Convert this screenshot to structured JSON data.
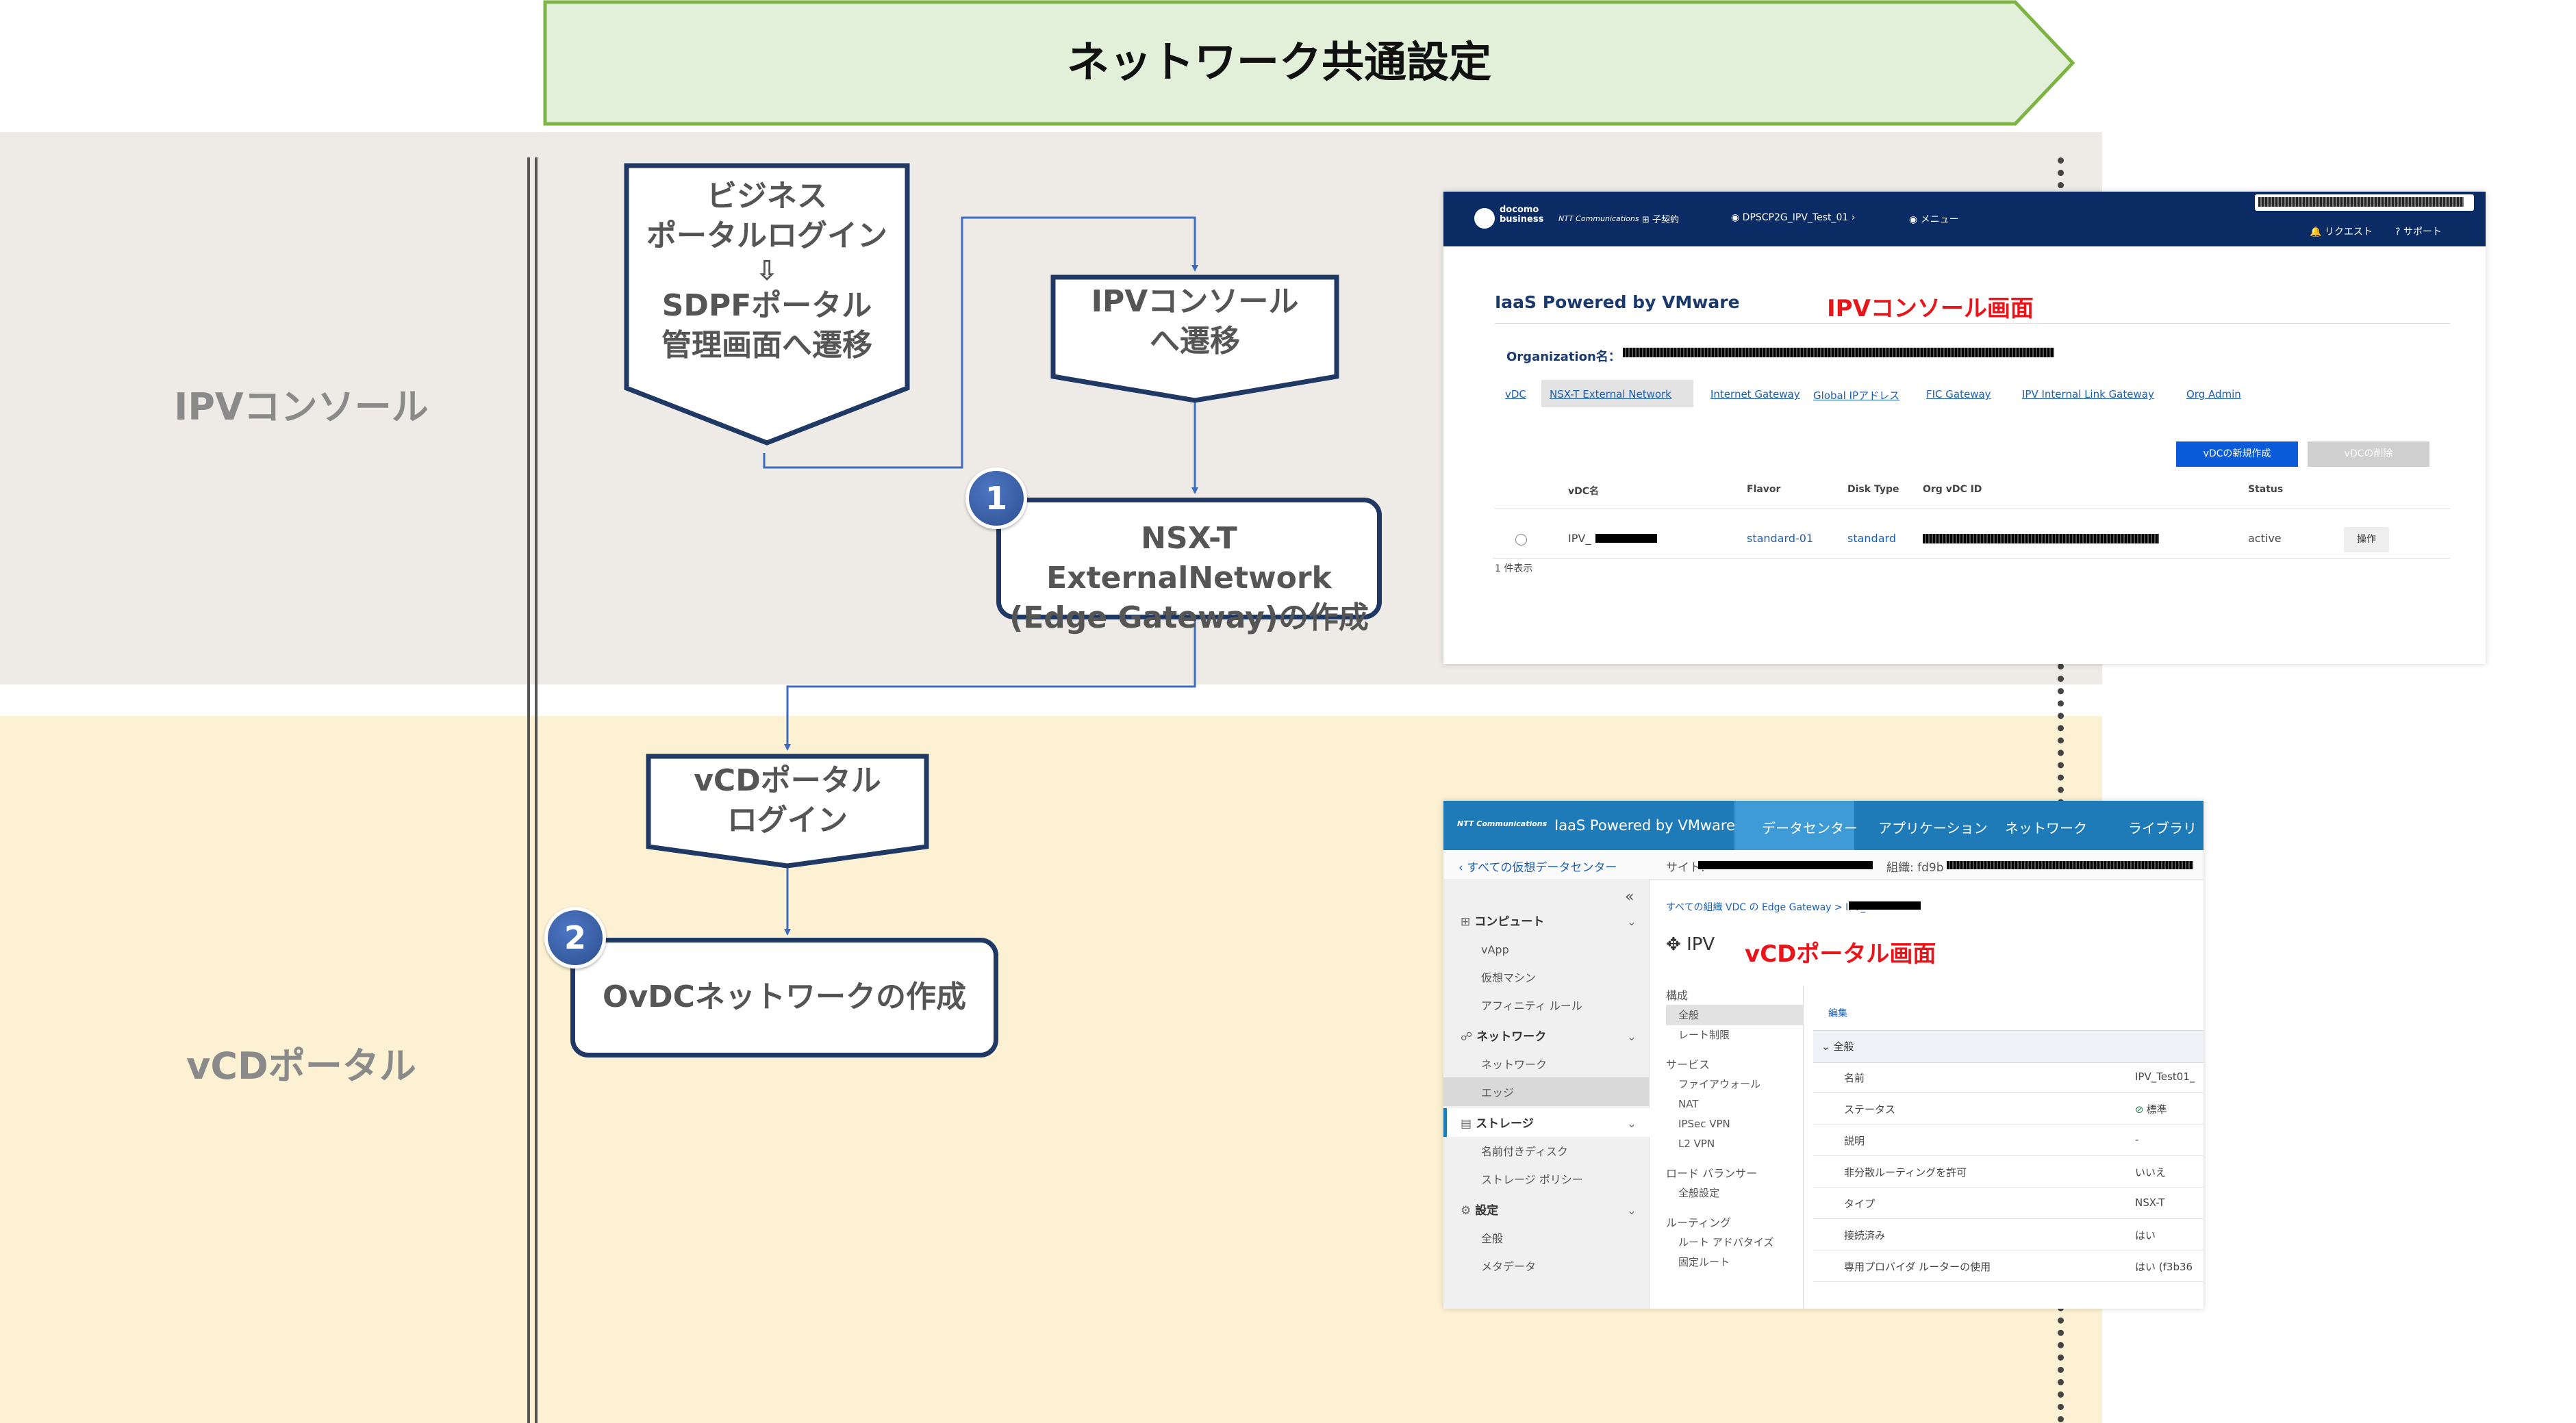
{
  "header": {
    "title": "ネットワーク共通設定"
  },
  "lanes": {
    "ipv": "IPVコンソール",
    "vcd": "vCDポータル"
  },
  "flow": {
    "business_login": [
      "ビジネス",
      "ポータルログイン",
      "⇩",
      "SDPFポータル",
      "管理画面へ遷移"
    ],
    "ipv_transition": [
      "IPVコンソール",
      "へ遷移"
    ],
    "step1_number": "1",
    "step1": [
      "NSX-T ExternalNetwork",
      "(Edge Gateway)の作成"
    ],
    "vcd_login": [
      "vCDポータル",
      "ログイン"
    ],
    "step2_number": "2",
    "step2": "OvDCネットワークの作成"
  },
  "ipv_screenshot": {
    "caption": "IPVコンソール画面",
    "brand_top": "docomo",
    "brand_bottom": "business",
    "ntt_logo": "NTT Communications",
    "contract": "子契約",
    "contract_id": "DPSCP2G_IPV_Test_01",
    "menu": "メニュー",
    "request": "リクエスト",
    "support": "サポート",
    "title": "IaaS Powered by VMware",
    "org_label": "Organization名：",
    "tabs": [
      "vDC",
      "NSX-T External Network",
      "Internet Gateway",
      "Global IPアドレス",
      "FIC Gateway",
      "IPV Internal Link Gateway",
      "Org Admin"
    ],
    "btn_create": "vDCの新規作成",
    "btn_delete": "vDCの削除",
    "columns": [
      "vDC名",
      "Flavor",
      "Disk Type",
      "Org vDC ID",
      "Status"
    ],
    "row": {
      "name": "IPV_",
      "flavor": "standard-01",
      "disk": "standard",
      "status": "active",
      "action": "操作"
    },
    "count": "1 件表示",
    "accent": "#0a2b63"
  },
  "vcd_screenshot": {
    "caption": "vCDポータル画面",
    "ntt_logo": "NTT Communications",
    "brand": "IaaS Powered by VMware",
    "nav": [
      "データセンター",
      "アプリケーション",
      "ネットワーク",
      "ライブラリ"
    ],
    "back": "すべての仮想データセンター",
    "site": "サイト:",
    "org": "組織: fd9b",
    "sidebar": [
      {
        "label": "コンピュート",
        "type": "section",
        "icon": "grid-icon"
      },
      {
        "label": "vApp",
        "type": "item"
      },
      {
        "label": "仮想マシン",
        "type": "item"
      },
      {
        "label": "アフィニティ ルール",
        "type": "item"
      },
      {
        "label": "ネットワーク",
        "type": "section",
        "icon": "network-icon"
      },
      {
        "label": "ネットワーク",
        "type": "item",
        "active": true
      },
      {
        "label": "エッジ",
        "type": "item",
        "selected": true
      },
      {
        "label": "ストレージ",
        "type": "section",
        "icon": "storage-icon"
      },
      {
        "label": "名前付きディスク",
        "type": "item"
      },
      {
        "label": "ストレージ ポリシー",
        "type": "item"
      },
      {
        "label": "設定",
        "type": "section",
        "icon": "gear-icon"
      },
      {
        "label": "全般",
        "type": "item"
      },
      {
        "label": "メタデータ",
        "type": "item"
      }
    ],
    "breadcrumb": "すべての組織 VDC の Edge Gateway  >  IPV_",
    "page_title": "IPV",
    "midnav": [
      {
        "label": "構成",
        "type": "head"
      },
      {
        "label": "全般",
        "type": "item",
        "active": true
      },
      {
        "label": "レート制限",
        "type": "item"
      },
      {
        "label": "サービス",
        "type": "head"
      },
      {
        "label": "ファイアウォール",
        "type": "item"
      },
      {
        "label": "NAT",
        "type": "item"
      },
      {
        "label": "IPSec VPN",
        "type": "item"
      },
      {
        "label": "L2 VPN",
        "type": "item"
      },
      {
        "label": "ロード バランサー",
        "type": "head"
      },
      {
        "label": "全般設定",
        "type": "item"
      },
      {
        "label": "ルーティング",
        "type": "head"
      },
      {
        "label": "ルート アドバタイズ",
        "type": "item"
      },
      {
        "label": "固定ルート",
        "type": "item"
      }
    ],
    "edit": "編集",
    "section": "全般",
    "props": [
      {
        "key": "名前",
        "val": "IPV_Test01_"
      },
      {
        "key": "ステータス",
        "val": "標準"
      },
      {
        "key": "説明",
        "val": "-"
      },
      {
        "key": "非分散ルーティングを許可",
        "val": "いいえ"
      },
      {
        "key": "タイプ",
        "val": "NSX-T"
      },
      {
        "key": "接続済み",
        "val": "はい"
      },
      {
        "key": "専用プロバイダ ルーターの使用",
        "val": "はい (f3b36"
      }
    ]
  }
}
